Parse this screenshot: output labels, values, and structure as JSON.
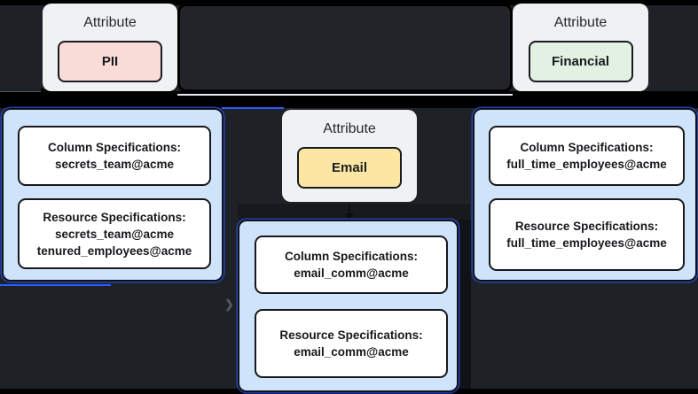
{
  "colors": {
    "background": "#1e2126",
    "edge_black": "#000000",
    "edge_white": "#e9ebee",
    "edge_blue": "#2e5bff",
    "cluster_fill": "#cfe3fb",
    "node_fill": "#f0f1f3",
    "pii_fill": "#f9dcd8",
    "financial_fill": "#e2f1e2",
    "email_fill": "#fbe7a3"
  },
  "attributes": [
    {
      "label": "Attribute",
      "tag": "PII"
    },
    {
      "label": "Attribute",
      "tag": "Financial"
    },
    {
      "label": "Attribute",
      "tag": "Email"
    }
  ],
  "clusters": [
    {
      "column": {
        "title": "Column Specifications:",
        "body": "secrets_team@acme"
      },
      "resource": {
        "title": "Resource Specifications:",
        "body": "secrets_team@acme\ntenured_employees@acme"
      }
    },
    {
      "column": {
        "title": "Column Specifications:",
        "body": "email_comm@acme"
      },
      "resource": {
        "title": "Resource Specifications:",
        "body": "email_comm@acme"
      }
    },
    {
      "column": {
        "title": "Column Specifications:",
        "body": "full_time_employees@acme"
      },
      "resource": {
        "title": "Resource Specifications:",
        "body": "full_time_employees@acme"
      }
    }
  ],
  "icons": {
    "chevron_right": "❯"
  }
}
